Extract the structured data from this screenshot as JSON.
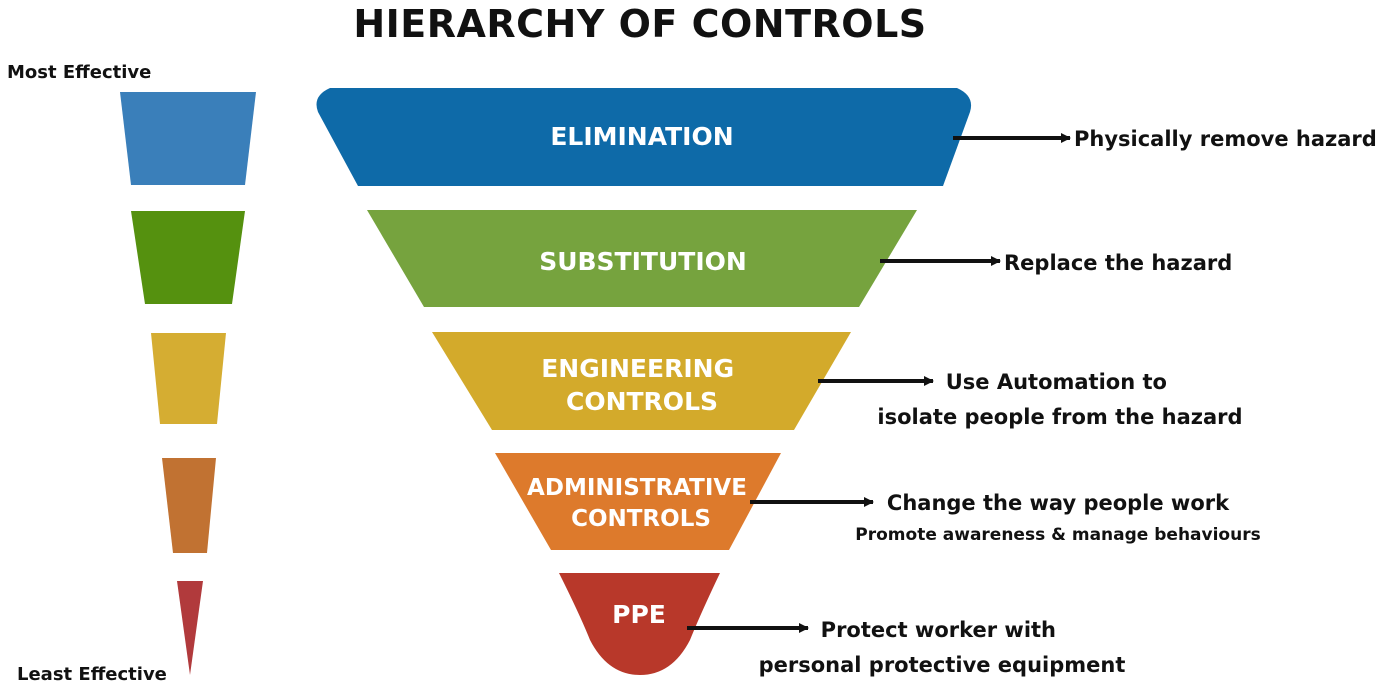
{
  "title": "HIERARCHY OF CONTROLS",
  "scale": {
    "top_label": "Most Effective",
    "bottom_label": "Least Effective"
  },
  "levels": [
    {
      "label_lines": [
        "ELIMINATION"
      ],
      "description_lines": [
        "Physically remove hazard"
      ],
      "color": "#0e6aa8",
      "scale_color": "#3a7fba"
    },
    {
      "label_lines": [
        "SUBSTITUTION"
      ],
      "description_lines": [
        "Replace the hazard"
      ],
      "color": "#76a33e",
      "scale_color": "#55910f"
    },
    {
      "label_lines": [
        "ENGINEERING",
        "CONTROLS"
      ],
      "description_lines": [
        "Use Automation to",
        "isolate people from the hazard"
      ],
      "color": "#d3aa2b",
      "scale_color": "#d5ad32"
    },
    {
      "label_lines": [
        "ADMINISTRATIVE",
        "CONTROLS"
      ],
      "description_lines": [
        "Change the way people work"
      ],
      "sub_description": "Promote awareness & manage behaviours",
      "color": "#dd7a2c",
      "scale_color": "#c17232"
    },
    {
      "label_lines": [
        "PPE"
      ],
      "description_lines": [
        "Protect worker with",
        "personal protective equipment"
      ],
      "color": "#b8382a",
      "scale_color": "#b13a3c"
    }
  ]
}
